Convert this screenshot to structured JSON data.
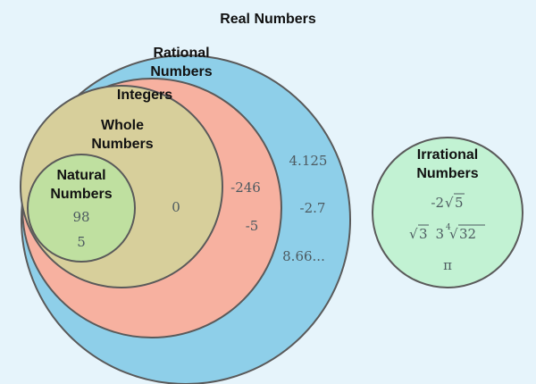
{
  "title": "Real Numbers",
  "sets": {
    "rational": {
      "label_line1": "Rational",
      "label_line2": "Numbers",
      "fill": "#8ecfe9"
    },
    "integers": {
      "label": "Integers",
      "fill": "#f7b1a0"
    },
    "whole": {
      "label_line1": "Whole",
      "label_line2": "Numbers",
      "fill": "#d7cf9b"
    },
    "natural": {
      "label_line1": "Natural",
      "label_line2": "Numbers",
      "fill": "#bfe0a0"
    },
    "irrational": {
      "label_line1": "Irrational",
      "label_line2": "Numbers",
      "fill": "#c2f2d3"
    }
  },
  "stroke": "#5a5a5a",
  "members": {
    "natural": [
      "98",
      "5"
    ],
    "whole": [
      "0"
    ],
    "integers": [
      "-246",
      "-5"
    ],
    "rational": [
      "4.125",
      "-2.7",
      "8.66..."
    ],
    "irrational": {
      "neg_two_root_five": {
        "coef": "-2",
        "radicand": "5"
      },
      "root_three": {
        "radicand": "3"
      },
      "three_fourth_root": {
        "coef": "3",
        "index": "4",
        "radicand": "32"
      },
      "pi": "π"
    }
  }
}
